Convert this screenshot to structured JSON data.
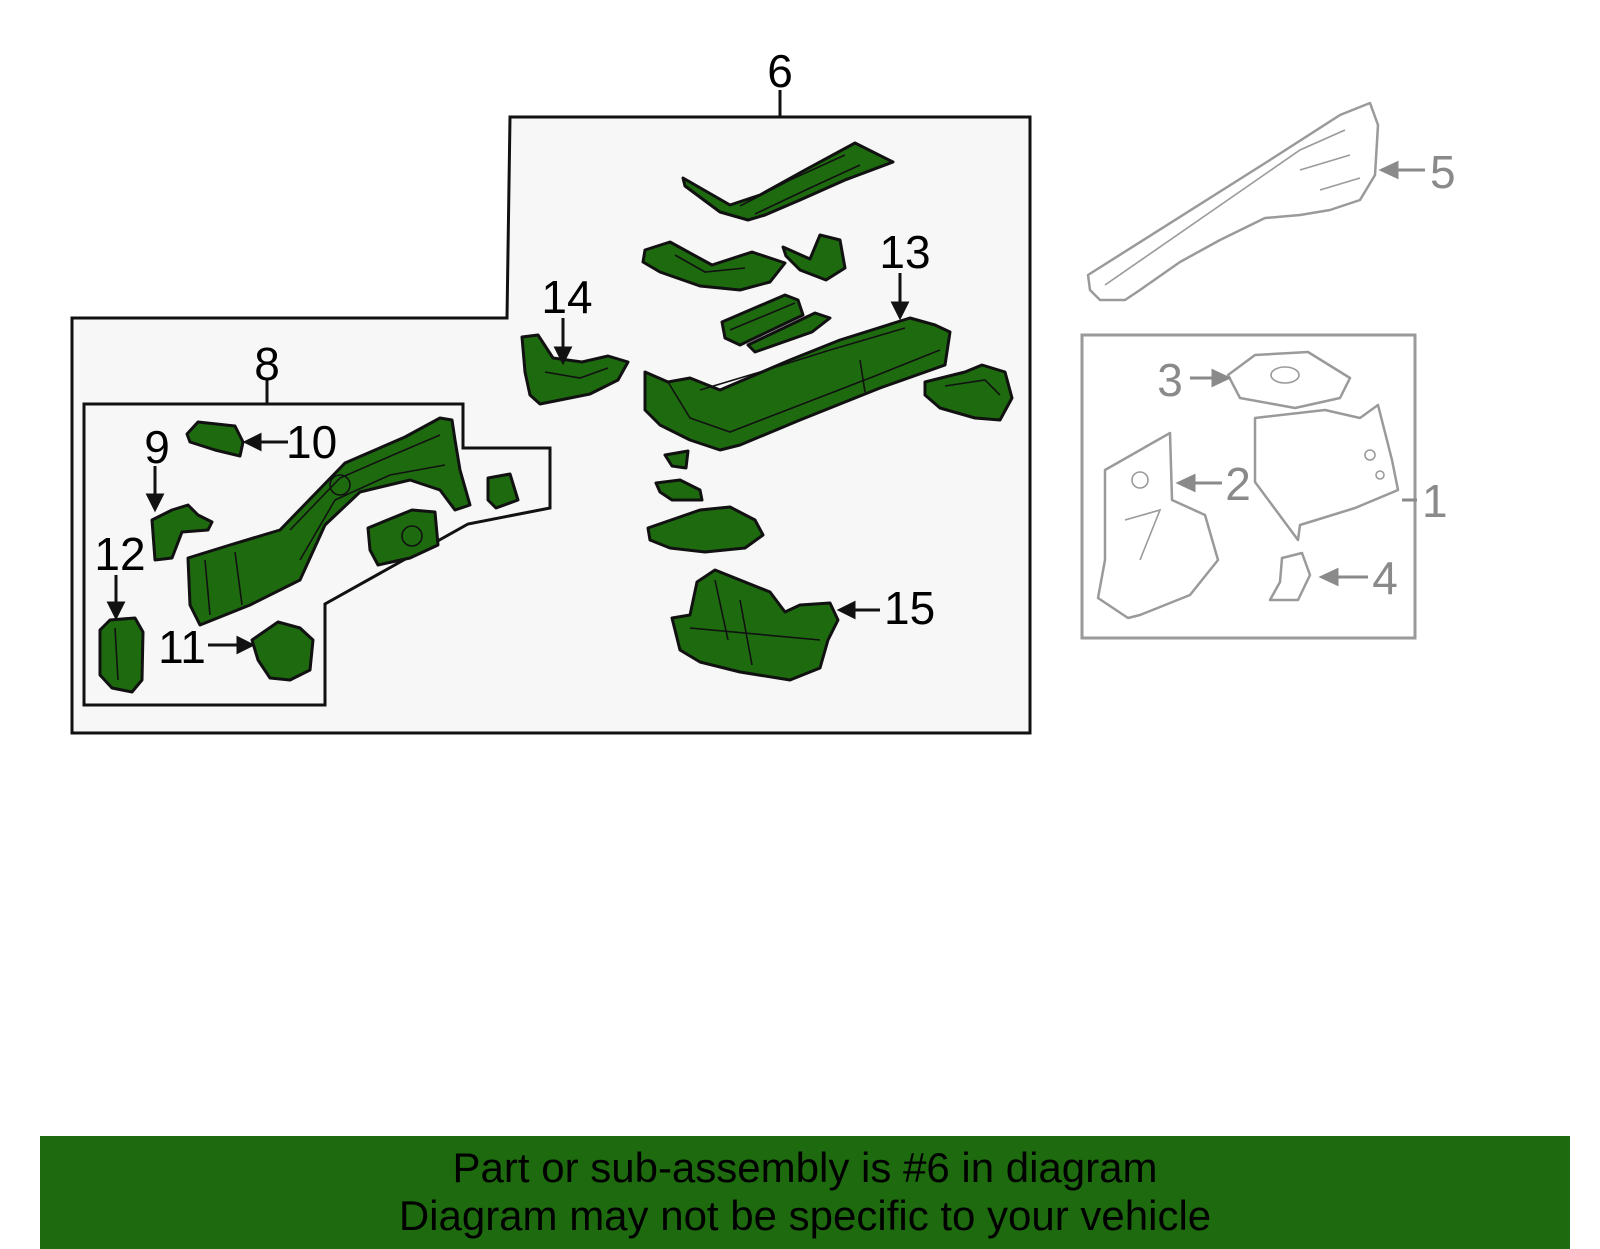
{
  "diagram": {
    "part_color": "#1e6b0f",
    "ghost_color": "#9a9a9a",
    "panel_fill": "#f7f7f7",
    "callouts": {
      "c1": "1",
      "c2": "2",
      "c3": "3",
      "c4": "4",
      "c5": "5",
      "c6": "6",
      "c8": "8",
      "c9": "9",
      "c10": "10",
      "c11": "11",
      "c12": "12",
      "c13": "13",
      "c14": "14",
      "c15": "15"
    }
  },
  "banner": {
    "line1": "Part or sub-assembly is #6 in diagram",
    "line2": "Diagram may not be specific to your vehicle",
    "background": "#1e6b0f"
  }
}
